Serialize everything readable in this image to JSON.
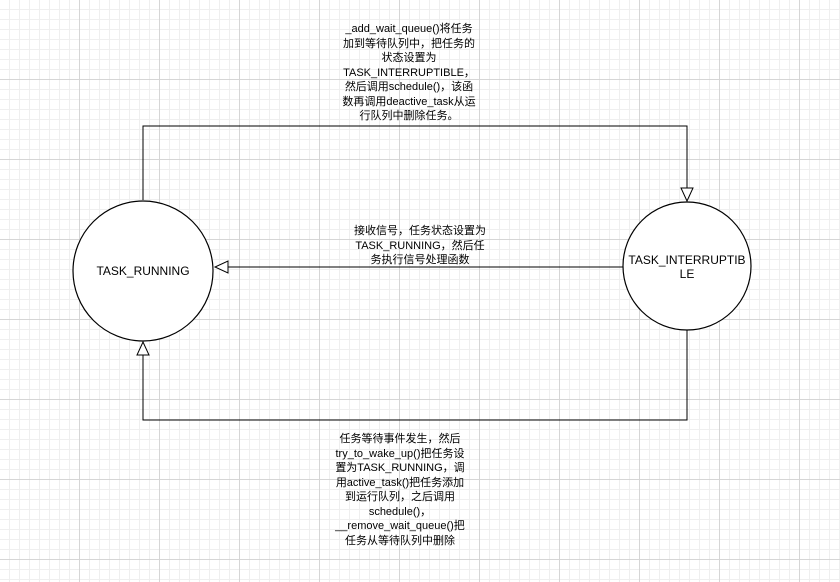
{
  "nodes": {
    "running": {
      "label": "TASK_RUNNING"
    },
    "interruptible": {
      "label_lines": [
        "TASK_INTERRUPTIB",
        "LE"
      ]
    }
  },
  "edges": {
    "top": {
      "label_lines": [
        "_add_wait_queue()将任务",
        "加到等待队列中，把任务的",
        "状态设置为",
        "TASK_INTERRUPTIBLE，",
        "然后调用schedule()，该函",
        "数再调用deactive_task从运",
        "行队列中删除任务。"
      ]
    },
    "middle": {
      "label_lines": [
        "接收信号，任务状态设置为",
        "TASK_RUNNING，然后任",
        "务执行信号处理函数"
      ]
    },
    "bottom": {
      "label_lines": [
        "任务等待事件发生，然后",
        "try_to_wake_up()把任务设",
        "置为TASK_RUNNING，调",
        "用active_task()把任务添加",
        "到运行队列，之后调用",
        "schedule()，",
        "__remove_wait_queue()把",
        "任务从等待队列中删除"
      ]
    }
  },
  "colors": {
    "stroke": "#000000",
    "node_fill": "#ffffff",
    "background": "#ffffff"
  }
}
